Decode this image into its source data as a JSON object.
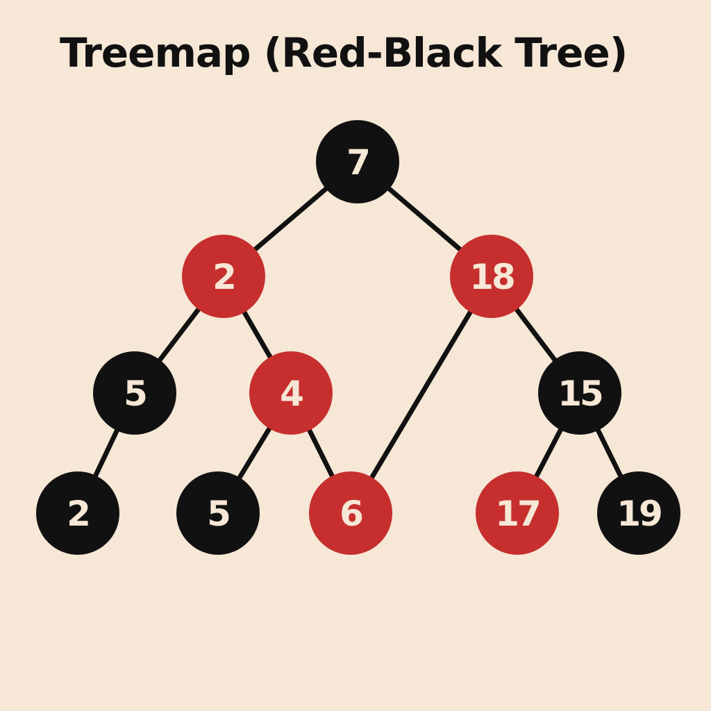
{
  "title": "Treemap (Red-Black Tree)",
  "colors": {
    "background": "#f6e7d6",
    "black_node": "#111111",
    "red_node": "#c62f2d",
    "edge": "#111111",
    "node_text": "#f6e7d6"
  },
  "tree": {
    "nodes": [
      {
        "id": "n7",
        "label": "7",
        "color": "black"
      },
      {
        "id": "n2",
        "label": "2",
        "color": "red"
      },
      {
        "id": "n18",
        "label": "18",
        "color": "red"
      },
      {
        "id": "n5a",
        "label": "5",
        "color": "black"
      },
      {
        "id": "n4",
        "label": "4",
        "color": "red"
      },
      {
        "id": "n15",
        "label": "15",
        "color": "black"
      },
      {
        "id": "n2b",
        "label": "2",
        "color": "black"
      },
      {
        "id": "n5b",
        "label": "5",
        "color": "black"
      },
      {
        "id": "n6",
        "label": "6",
        "color": "red"
      },
      {
        "id": "n17",
        "label": "17",
        "color": "red"
      },
      {
        "id": "n19",
        "label": "19",
        "color": "black"
      }
    ],
    "edges": [
      {
        "from": "n7",
        "to": "n2"
      },
      {
        "from": "n7",
        "to": "n18"
      },
      {
        "from": "n2",
        "to": "n5a"
      },
      {
        "from": "n2",
        "to": "n4"
      },
      {
        "from": "n18",
        "to": "n6"
      },
      {
        "from": "n18",
        "to": "n15"
      },
      {
        "from": "n5a",
        "to": "n2b"
      },
      {
        "from": "n4",
        "to": "n5b"
      },
      {
        "from": "n4",
        "to": "n6"
      },
      {
        "from": "n15",
        "to": "n17"
      },
      {
        "from": "n15",
        "to": "n19"
      }
    ]
  }
}
